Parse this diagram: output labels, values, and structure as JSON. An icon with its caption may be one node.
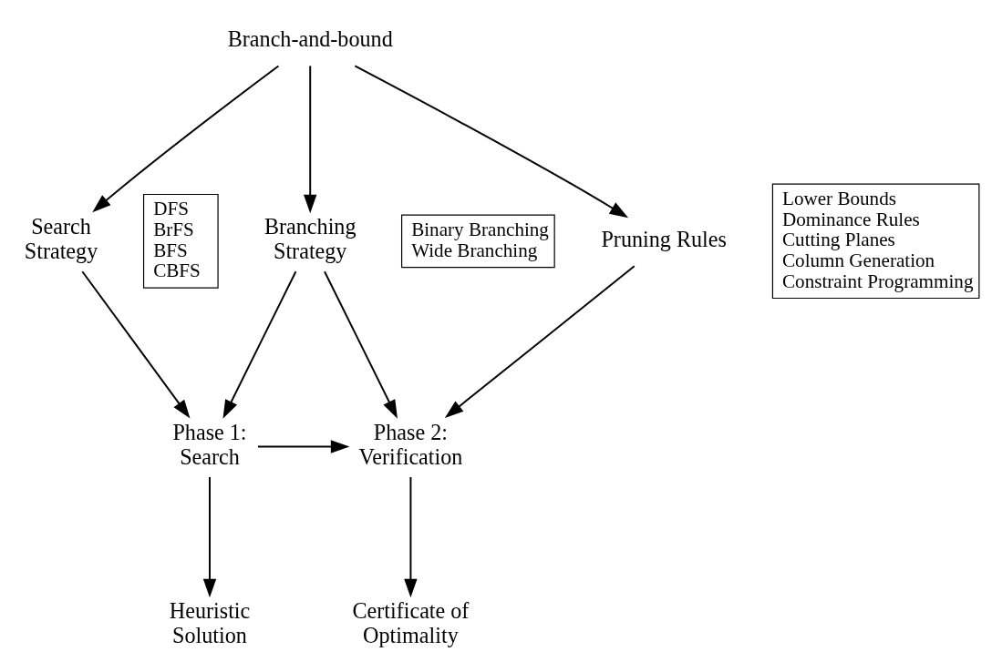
{
  "diagram": {
    "nodes": [
      {
        "text": [
          "Branch-and-bound"
        ]
      },
      {
        "text": [
          "Search Strategy"
        ]
      },
      {
        "text": [
          "DFS",
          "BrFS",
          "BFS",
          "CBFS"
        ]
      },
      {
        "text": [
          "Branching Strategy"
        ]
      },
      {
        "text": [
          "Binary Branching",
          "Wide Branching"
        ]
      },
      {
        "text": [
          "Pruning Rules"
        ]
      },
      {
        "text": [
          "Lower Bounds",
          "Dominance Rules",
          "Cutting Planes",
          "Column Generation",
          "Constraint Programming"
        ]
      },
      {
        "text": [
          "Phase 1: Search"
        ]
      },
      {
        "text": [
          "Phase 2: Verification"
        ]
      },
      {
        "text": [
          "Heuristic Solution"
        ]
      },
      {
        "text": [
          "Certificate of Optimality"
        ]
      }
    ],
    "edges": [
      {
        "from": 0,
        "to": 1,
        "arrow": "to"
      },
      {
        "from": 0,
        "to": 3,
        "arrow": "to"
      },
      {
        "from": 0,
        "to": 5,
        "arrow": "to"
      },
      {
        "from": 1,
        "to": 7,
        "arrow": "to"
      },
      {
        "from": 3,
        "to": 7,
        "arrow": "to"
      },
      {
        "from": 3,
        "to": 8,
        "arrow": "to"
      },
      {
        "from": 5,
        "to": 8,
        "arrow": "to"
      },
      {
        "from": 7,
        "to": 8,
        "arrow": "to"
      },
      {
        "from": 7,
        "to": 9,
        "arrow": "to"
      },
      {
        "from": 8,
        "to": 10,
        "arrow": "to"
      }
    ]
  }
}
